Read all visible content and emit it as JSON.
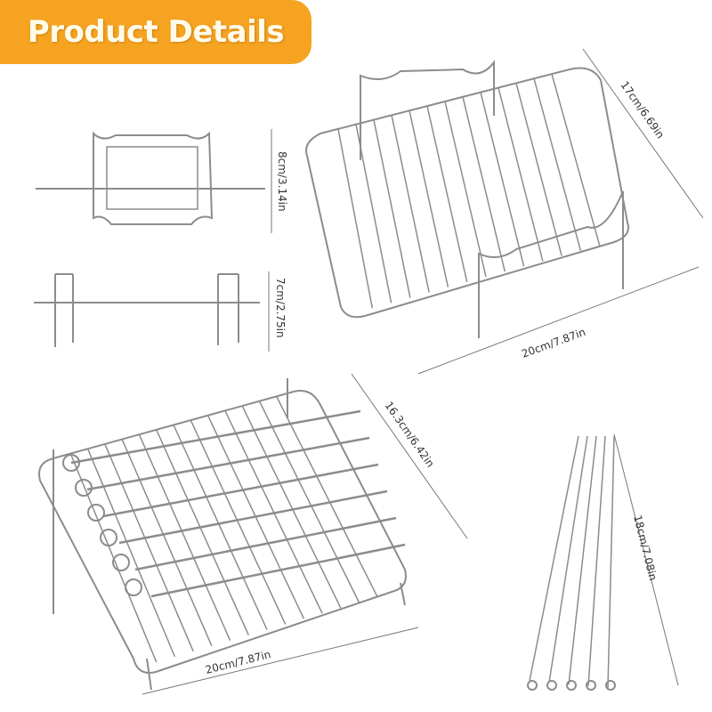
{
  "banner": {
    "title": "Product Details",
    "color": "#f5a320"
  },
  "dimensions": {
    "rack_small_height": "8cm/3.14in",
    "rack_small_side_height": "7cm/2.75in",
    "rack_large_depth": "17cm/6.69in",
    "rack_large_width": "20cm/7.87in",
    "skewer_rack_depth": "16.3cm/6.42in",
    "skewer_rack_width": "20cm/7.87in",
    "skewer_length": "18cm/7.08in"
  },
  "colors": {
    "metal": "#8c8c8c",
    "dimension_line": "#777777"
  }
}
